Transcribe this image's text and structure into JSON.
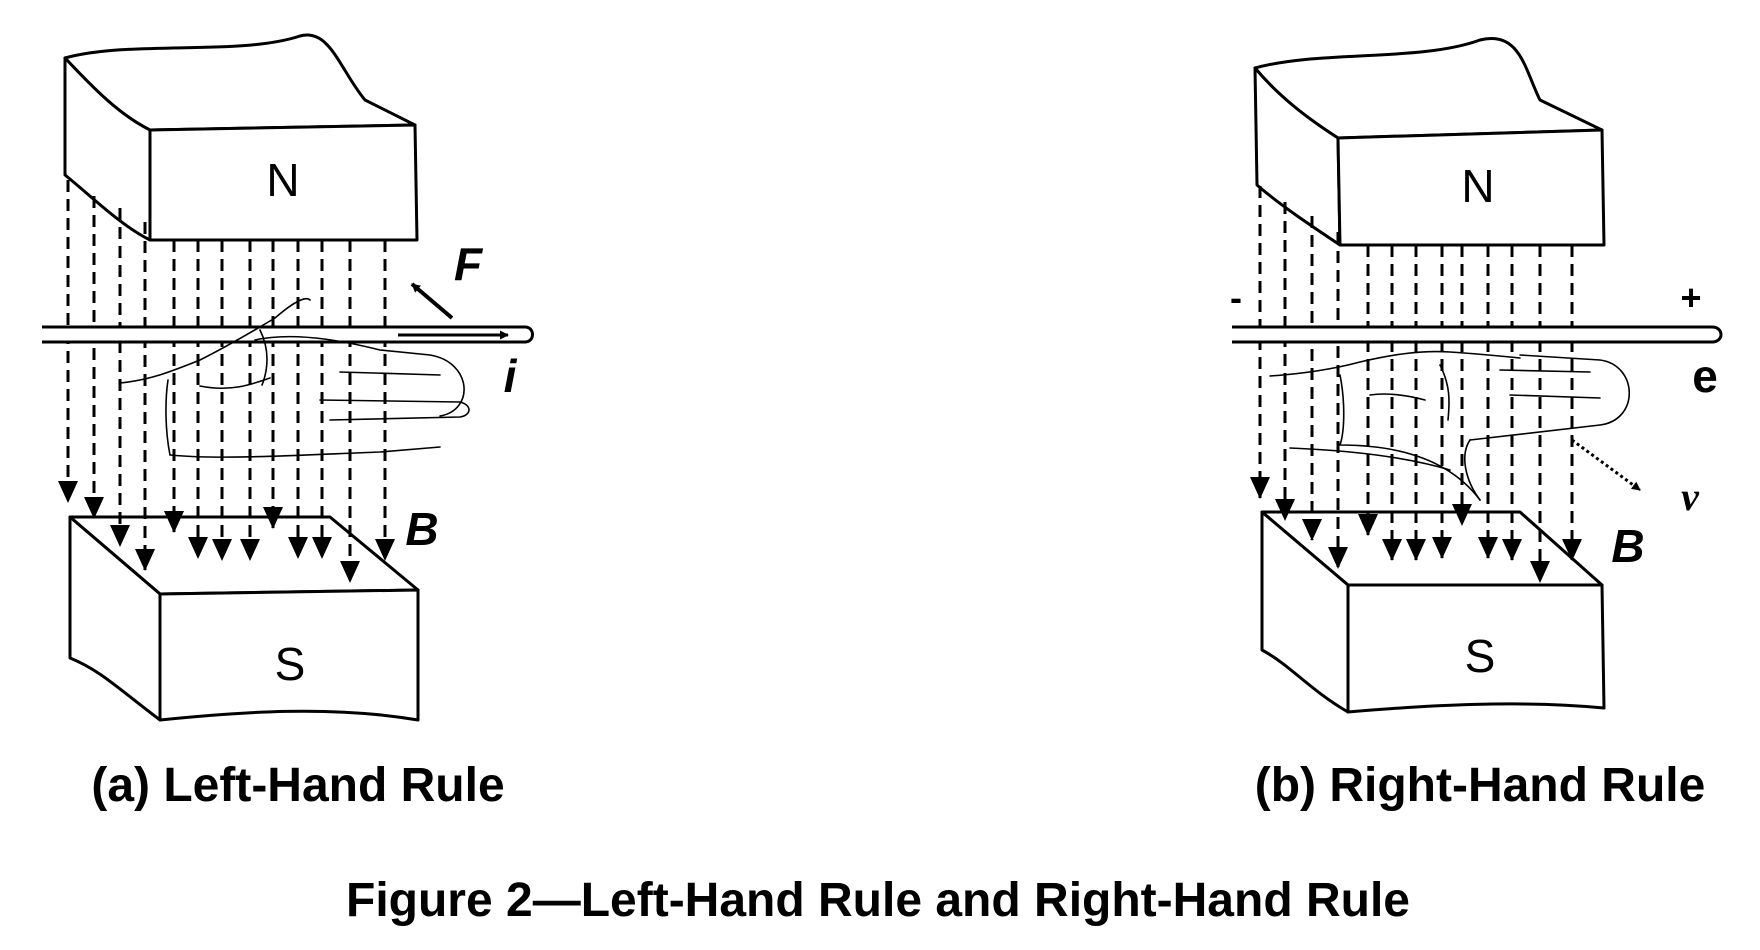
{
  "figure": {
    "caption": "Figure 2—Left-Hand Rule and Right-Hand Rule"
  },
  "left_panel": {
    "caption": "(a) Left-Hand Rule",
    "north_label": "N",
    "south_label": "S",
    "force_label": "F",
    "current_label": "i",
    "field_label": "B"
  },
  "right_panel": {
    "caption": "(b) Right-Hand Rule",
    "north_label": "N",
    "south_label": "S",
    "minus_label": "-",
    "plus_label": "+",
    "emf_label": "e",
    "velocity_label": "v",
    "field_label": "B"
  }
}
